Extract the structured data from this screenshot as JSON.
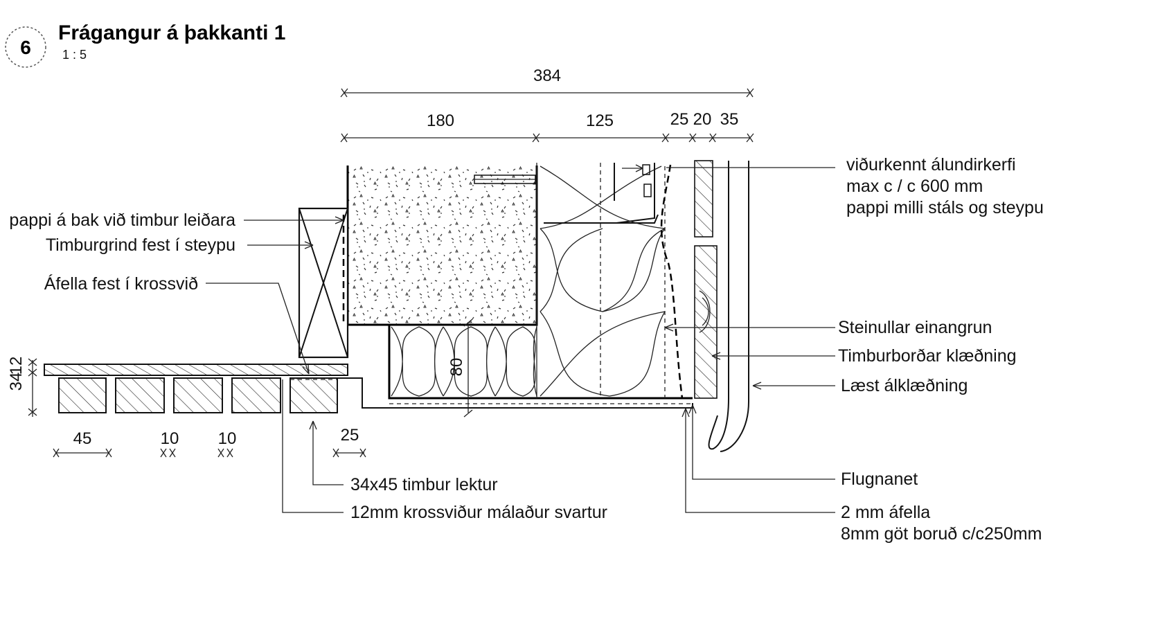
{
  "detail": {
    "number": "6",
    "title": "Frágangur á þakkanti 1",
    "scale": "1 : 5"
  },
  "dimensions": {
    "overall": "384",
    "segments": [
      "180",
      "125",
      "25",
      "20",
      "35"
    ],
    "vertical": [
      "34",
      "12"
    ],
    "insulation_depth": "80",
    "bottom": [
      "45",
      "10",
      "10",
      "25"
    ]
  },
  "labels": {
    "left": [
      "pappi á bak við timbur leiðara",
      "Timburgrind fest í steypu",
      "Áfella fest í krossvið"
    ],
    "bottom": [
      "34x45 timbur lektur",
      "12mm krossviður málaður svartur"
    ],
    "right_top": [
      "viðurkennt álundirkerfi",
      "max c / c 600 mm",
      "pappi milli stáls og steypu"
    ],
    "right_mid": [
      "Steinullar einangrun",
      "Timburborðar klæðning",
      "Læst álklæðning"
    ],
    "right_bottom": [
      "Flugnanet",
      "2 mm áfella",
      "8mm göt boruð c/c250mm"
    ]
  }
}
